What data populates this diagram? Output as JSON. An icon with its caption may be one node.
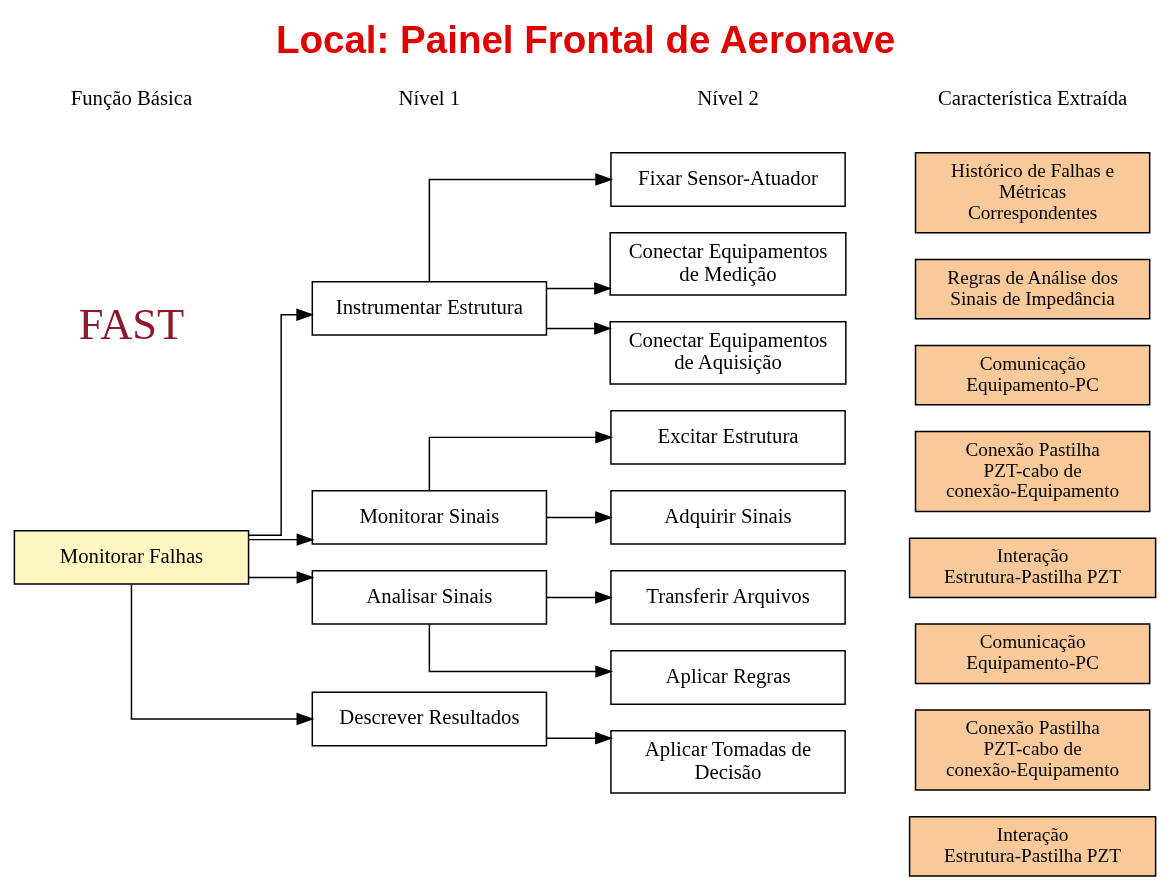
{
  "diagram": {
    "title": "Local: Painel Frontal de Aeronave",
    "nodes": [
      {
        "text": [
          "Monitorar Falhas"
        ]
      },
      {
        "text": [
          "Instrumentar Estrutura"
        ]
      },
      {
        "text": [
          "Monitorar Sinais"
        ]
      },
      {
        "text": [
          "Analisar Sinais"
        ]
      },
      {
        "text": [
          "Descrever Resultados"
        ]
      },
      {
        "text": [
          "Fixar Sensor-Atuador"
        ]
      },
      {
        "text": [
          "Conectar Equipamentos de Medição"
        ]
      },
      {
        "text": [
          "Conectar Equipamentos de Aquisição"
        ]
      },
      {
        "text": [
          "Excitar Estrutura"
        ]
      },
      {
        "text": [
          "Adquirir Sinais"
        ]
      },
      {
        "text": [
          "Transferir Arquivos"
        ]
      },
      {
        "text": [
          "Aplicar Regras"
        ]
      },
      {
        "text": [
          "Aplicar Tomadas de Decisão"
        ]
      },
      {
        "text": [
          "Interação Estrutura-Pastilha PZT"
        ]
      },
      {
        "text": [
          "Conexão Pastilha PZT-cabo de conexão-Equipamento"
        ]
      },
      {
        "text": [
          "Comunicação Equipamento-PC"
        ]
      },
      {
        "text": [
          "Interação Estrutura-Pastilha PZT"
        ]
      },
      {
        "text": [
          "Conexão Pastilha PZT-cabo de conexão-Equipamento"
        ]
      },
      {
        "text": [
          "Comunicação Equipamento-PC"
        ]
      },
      {
        "text": [
          "Regras de Análise dos Sinais de Impedância"
        ]
      },
      {
        "text": [
          "Histórico de Falhas e Métricas Correspondentes"
        ]
      }
    ],
    "edges": [
      {
        "from": 0,
        "to": 1,
        "arrow": "to"
      },
      {
        "from": 0,
        "to": 2,
        "arrow": "to"
      },
      {
        "from": 0,
        "to": 3,
        "arrow": "to"
      },
      {
        "from": 0,
        "to": 4,
        "arrow": "to"
      },
      {
        "from": 1,
        "to": 5,
        "arrow": "to"
      },
      {
        "from": 1,
        "to": 6,
        "arrow": "to"
      },
      {
        "from": 1,
        "to": 7,
        "arrow": "to"
      },
      {
        "from": 2,
        "to": 8,
        "arrow": "to"
      },
      {
        "from": 2,
        "to": 9,
        "arrow": "to"
      },
      {
        "from": 3,
        "to": 10,
        "arrow": "to"
      },
      {
        "from": 3,
        "to": 11,
        "arrow": "to"
      },
      {
        "from": 4,
        "to": 12,
        "arrow": "to"
      }
    ],
    "labels": [
      "FAST",
      "Função Básica",
      "Nível 1",
      "Nível 2",
      "Característica Extraída"
    ]
  }
}
